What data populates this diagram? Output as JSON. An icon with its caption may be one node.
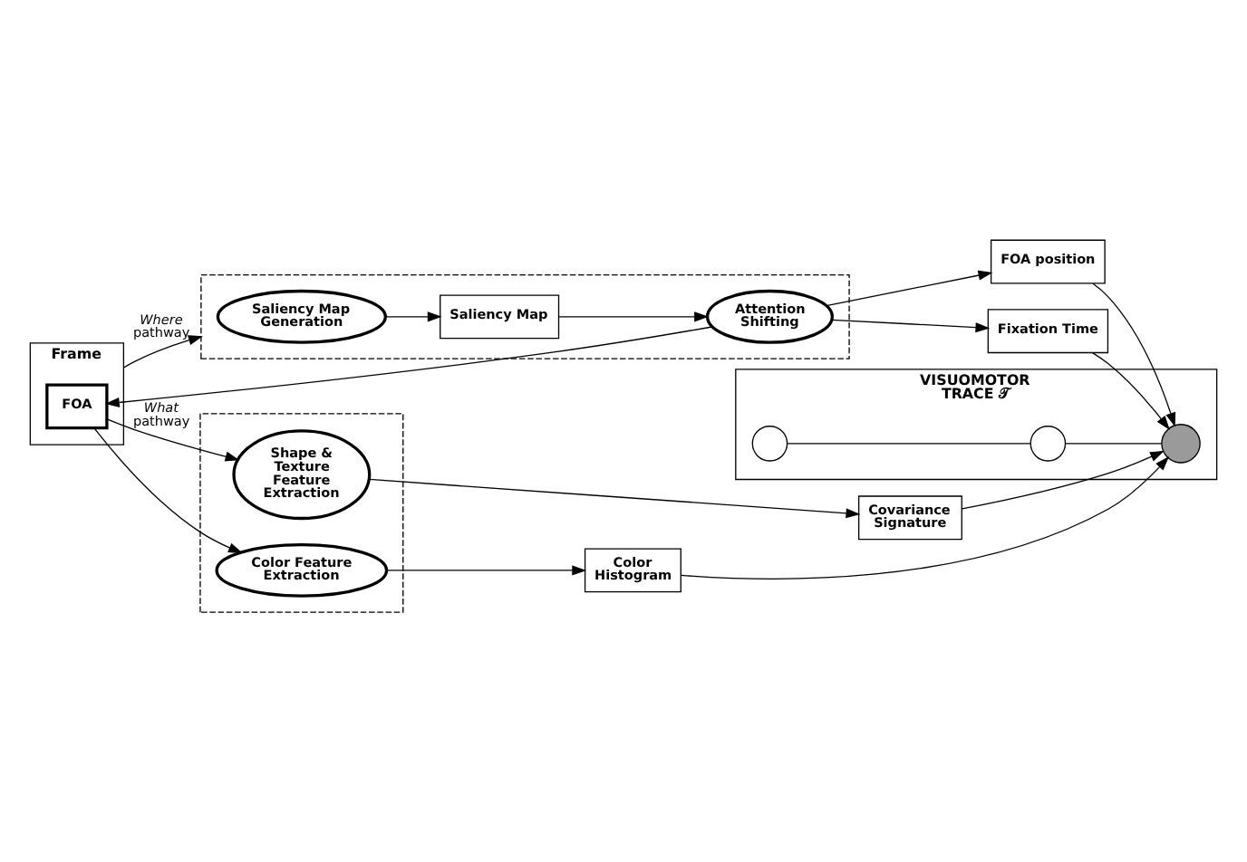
{
  "diagram": {
    "nodes": [
      {
        "text": [
          "Frame"
        ]
      },
      {
        "text": [
          "FOA"
        ],
        "in": 0
      },
      {
        "text": [],
        "shape": "box"
      },
      {
        "text": [
          "Saliency Map Generation"
        ],
        "in": 2
      },
      {
        "text": [
          "Saliency Map"
        ],
        "in": 2
      },
      {
        "text": [
          "Attention Shifting"
        ],
        "in": 2
      },
      {
        "text": [],
        "shape": "box"
      },
      {
        "text": [
          "Color Feature Extraction"
        ],
        "in": 6
      },
      {
        "text": [
          "Shape & Texture Feature Extraction"
        ],
        "in": 6
      },
      {
        "text": [
          "FOA position"
        ]
      },
      {
        "text": [
          "Fixation Time"
        ]
      },
      {
        "text": [
          "Color Histogram"
        ]
      },
      {
        "text": [
          "Covariance Signature"
        ]
      },
      {
        "text": [
          "VISUOMOTOR TRACE 𝒯"
        ]
      },
      {
        "text": [],
        "shape": "circle",
        "in": 13
      },
      {
        "text": [],
        "shape": "circle",
        "in": 13
      },
      {
        "text": [],
        "shape": "circle",
        "in": 13
      }
    ],
    "edges": [
      {
        "from": 0,
        "to": 2,
        "arrow": "to",
        "label": "*Where* pathway"
      },
      {
        "from": 3,
        "to": 4,
        "arrow": "to"
      },
      {
        "from": 4,
        "to": 5,
        "arrow": "to"
      },
      {
        "from": 5,
        "to": 1,
        "arrow": "to"
      },
      {
        "from": 5,
        "to": 9,
        "arrow": "to"
      },
      {
        "from": 5,
        "to": 10,
        "arrow": "to"
      },
      {
        "from": 1,
        "to": 7,
        "arrow": "to"
      },
      {
        "from": 1,
        "to": 8,
        "arrow": "to",
        "label": "*What* pathway"
      },
      {
        "from": 7,
        "to": 11,
        "arrow": "to"
      },
      {
        "from": 8,
        "to": 12,
        "arrow": "to"
      },
      {
        "from": 9,
        "to": 16,
        "arrow": "to"
      },
      {
        "from": 10,
        "to": 16,
        "arrow": "to"
      },
      {
        "from": 11,
        "to": 16,
        "arrow": "to"
      },
      {
        "from": 12,
        "to": 16,
        "arrow": "to"
      },
      {
        "from": 14,
        "to": 15,
        "arrow": "none"
      },
      {
        "from": 15,
        "to": 16,
        "arrow": "none"
      }
    ]
  }
}
